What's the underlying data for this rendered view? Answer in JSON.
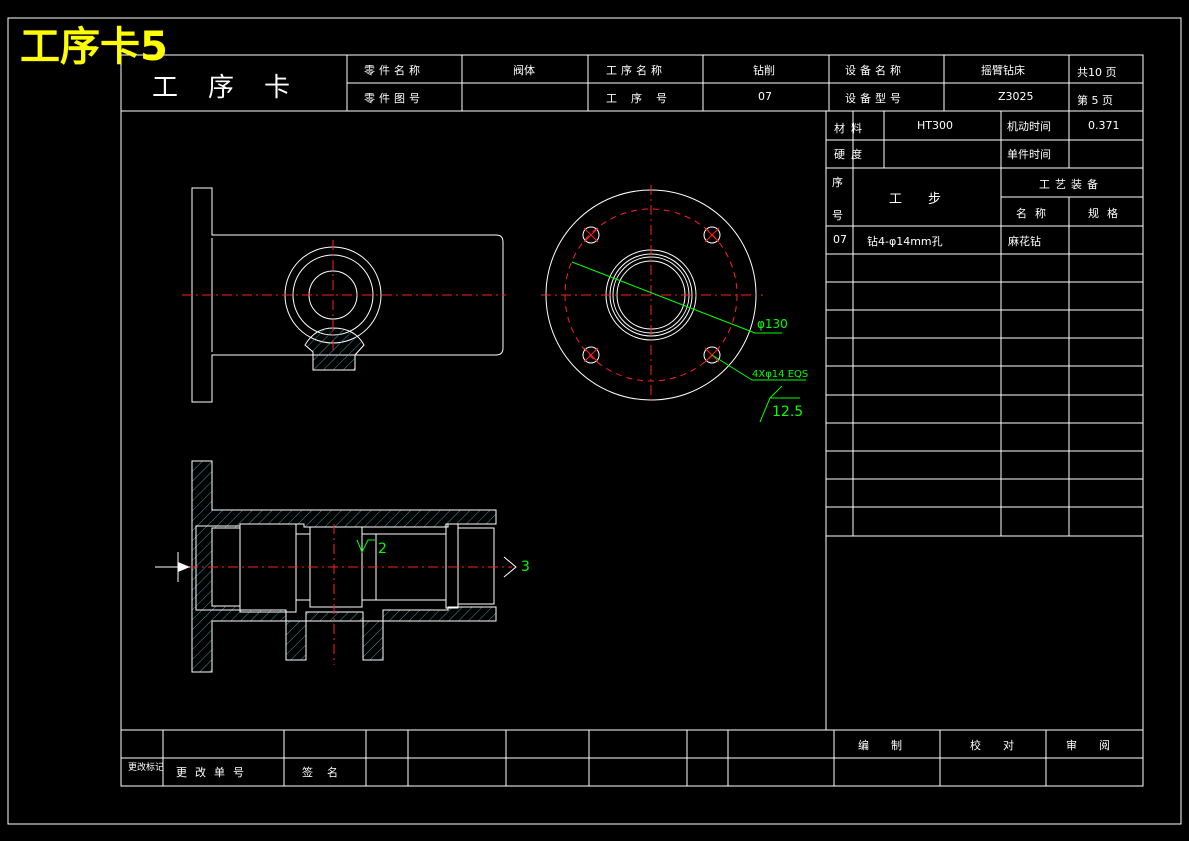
{
  "card_title_big": "工序卡5",
  "header": {
    "card_title": "工序卡",
    "part_name_label": "零件名称",
    "part_name": "阀体",
    "part_no_label": "零件图号",
    "part_no": "",
    "op_name_label": "工序名称",
    "op_name": "钻削",
    "op_no_label": "工序号",
    "op_no": "07",
    "equip_name_label": "设备名称",
    "equip_name": "摇臂钻床",
    "equip_model_label": "设备型号",
    "equip_model": "Z3025",
    "total_pages": "共10 页",
    "page_no": "第 5 页"
  },
  "info": {
    "material_label": "材料",
    "material": "HT300",
    "machine_time_label": "机动时间",
    "machine_time": "0.371",
    "hardness_label": "硬度",
    "hardness": "",
    "unit_time_label": "单件时间",
    "unit_time": ""
  },
  "steps": {
    "seq_label_top": "序",
    "seq_label_bottom": "号",
    "step_label": "工步",
    "equipment_label": "工艺装备",
    "name_label": "名称",
    "spec_label": "规格",
    "rows": [
      {
        "seq": "07",
        "step": "钻4-φ14mm孔",
        "name": "麻花钻",
        "spec": ""
      }
    ]
  },
  "annotations": {
    "dia130": "φ130",
    "holes": "4Xφ14 EQS",
    "roughness": "12.5",
    "mark2": "2",
    "mark3": "3"
  },
  "footer": {
    "change_mark": "更改标记",
    "change_no": "更改单号",
    "sign": "签名",
    "compiled": "编制",
    "checked": "校对",
    "reviewed": "审阅"
  },
  "colors": {
    "title_yellow": "#ffff00",
    "dim_green": "#00ff00",
    "centerline_red": "#ff2020",
    "hatch_cyan": "#3cc8c8"
  }
}
